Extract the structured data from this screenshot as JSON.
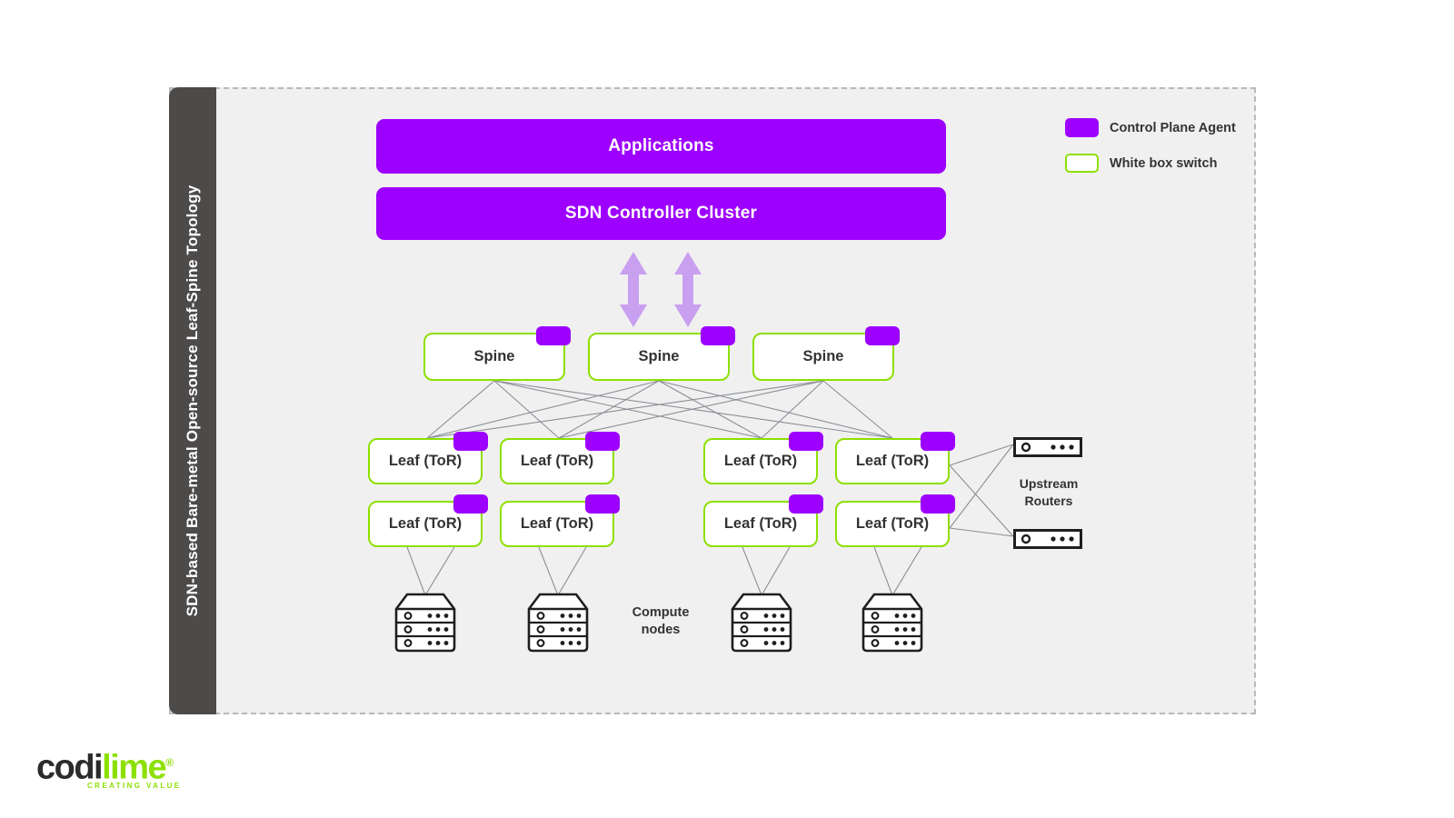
{
  "title": "SDN-based Bare-metal Open-source Leaf-Spine Topology",
  "legend": {
    "items": [
      {
        "label": "Control Plane Agent",
        "swatch": "control-plane-agent-swatch",
        "color": "#9d00ff"
      },
      {
        "label": "White box switch",
        "swatch": "white-box-switch-swatch",
        "color": "#8ce000"
      }
    ]
  },
  "layers": {
    "applications": "Applications",
    "sdn_controller": "SDN Controller Cluster"
  },
  "spines": [
    {
      "label": "Spine"
    },
    {
      "label": "Spine"
    },
    {
      "label": "Spine"
    }
  ],
  "leaves_row1": [
    {
      "label": "Leaf (ToR)"
    },
    {
      "label": "Leaf (ToR)"
    },
    {
      "label": "Leaf (ToR)"
    },
    {
      "label": "Leaf (ToR)"
    }
  ],
  "leaves_row2": [
    {
      "label": "Leaf (ToR)"
    },
    {
      "label": "Leaf (ToR)"
    },
    {
      "label": "Leaf (ToR)"
    },
    {
      "label": "Leaf (ToR)"
    }
  ],
  "upstream_routers": {
    "label_line1": "Upstream",
    "label_line2": "Routers",
    "count": 2
  },
  "compute_nodes": {
    "label_line1": "Compute",
    "label_line2": "nodes",
    "count": 4
  },
  "logo": {
    "part1": "codi",
    "part2": "lime",
    "registered": "®",
    "tagline": "CREATING VALUE"
  },
  "colors": {
    "purple": "#9d00ff",
    "green": "#8ce000",
    "arrow_purple": "#c9a0f0",
    "canvas_bg": "#f0f0f0",
    "title_bar": "#4d4a4a",
    "link_line": "#8a8f96",
    "dashed_border": "#b9b9b9"
  }
}
